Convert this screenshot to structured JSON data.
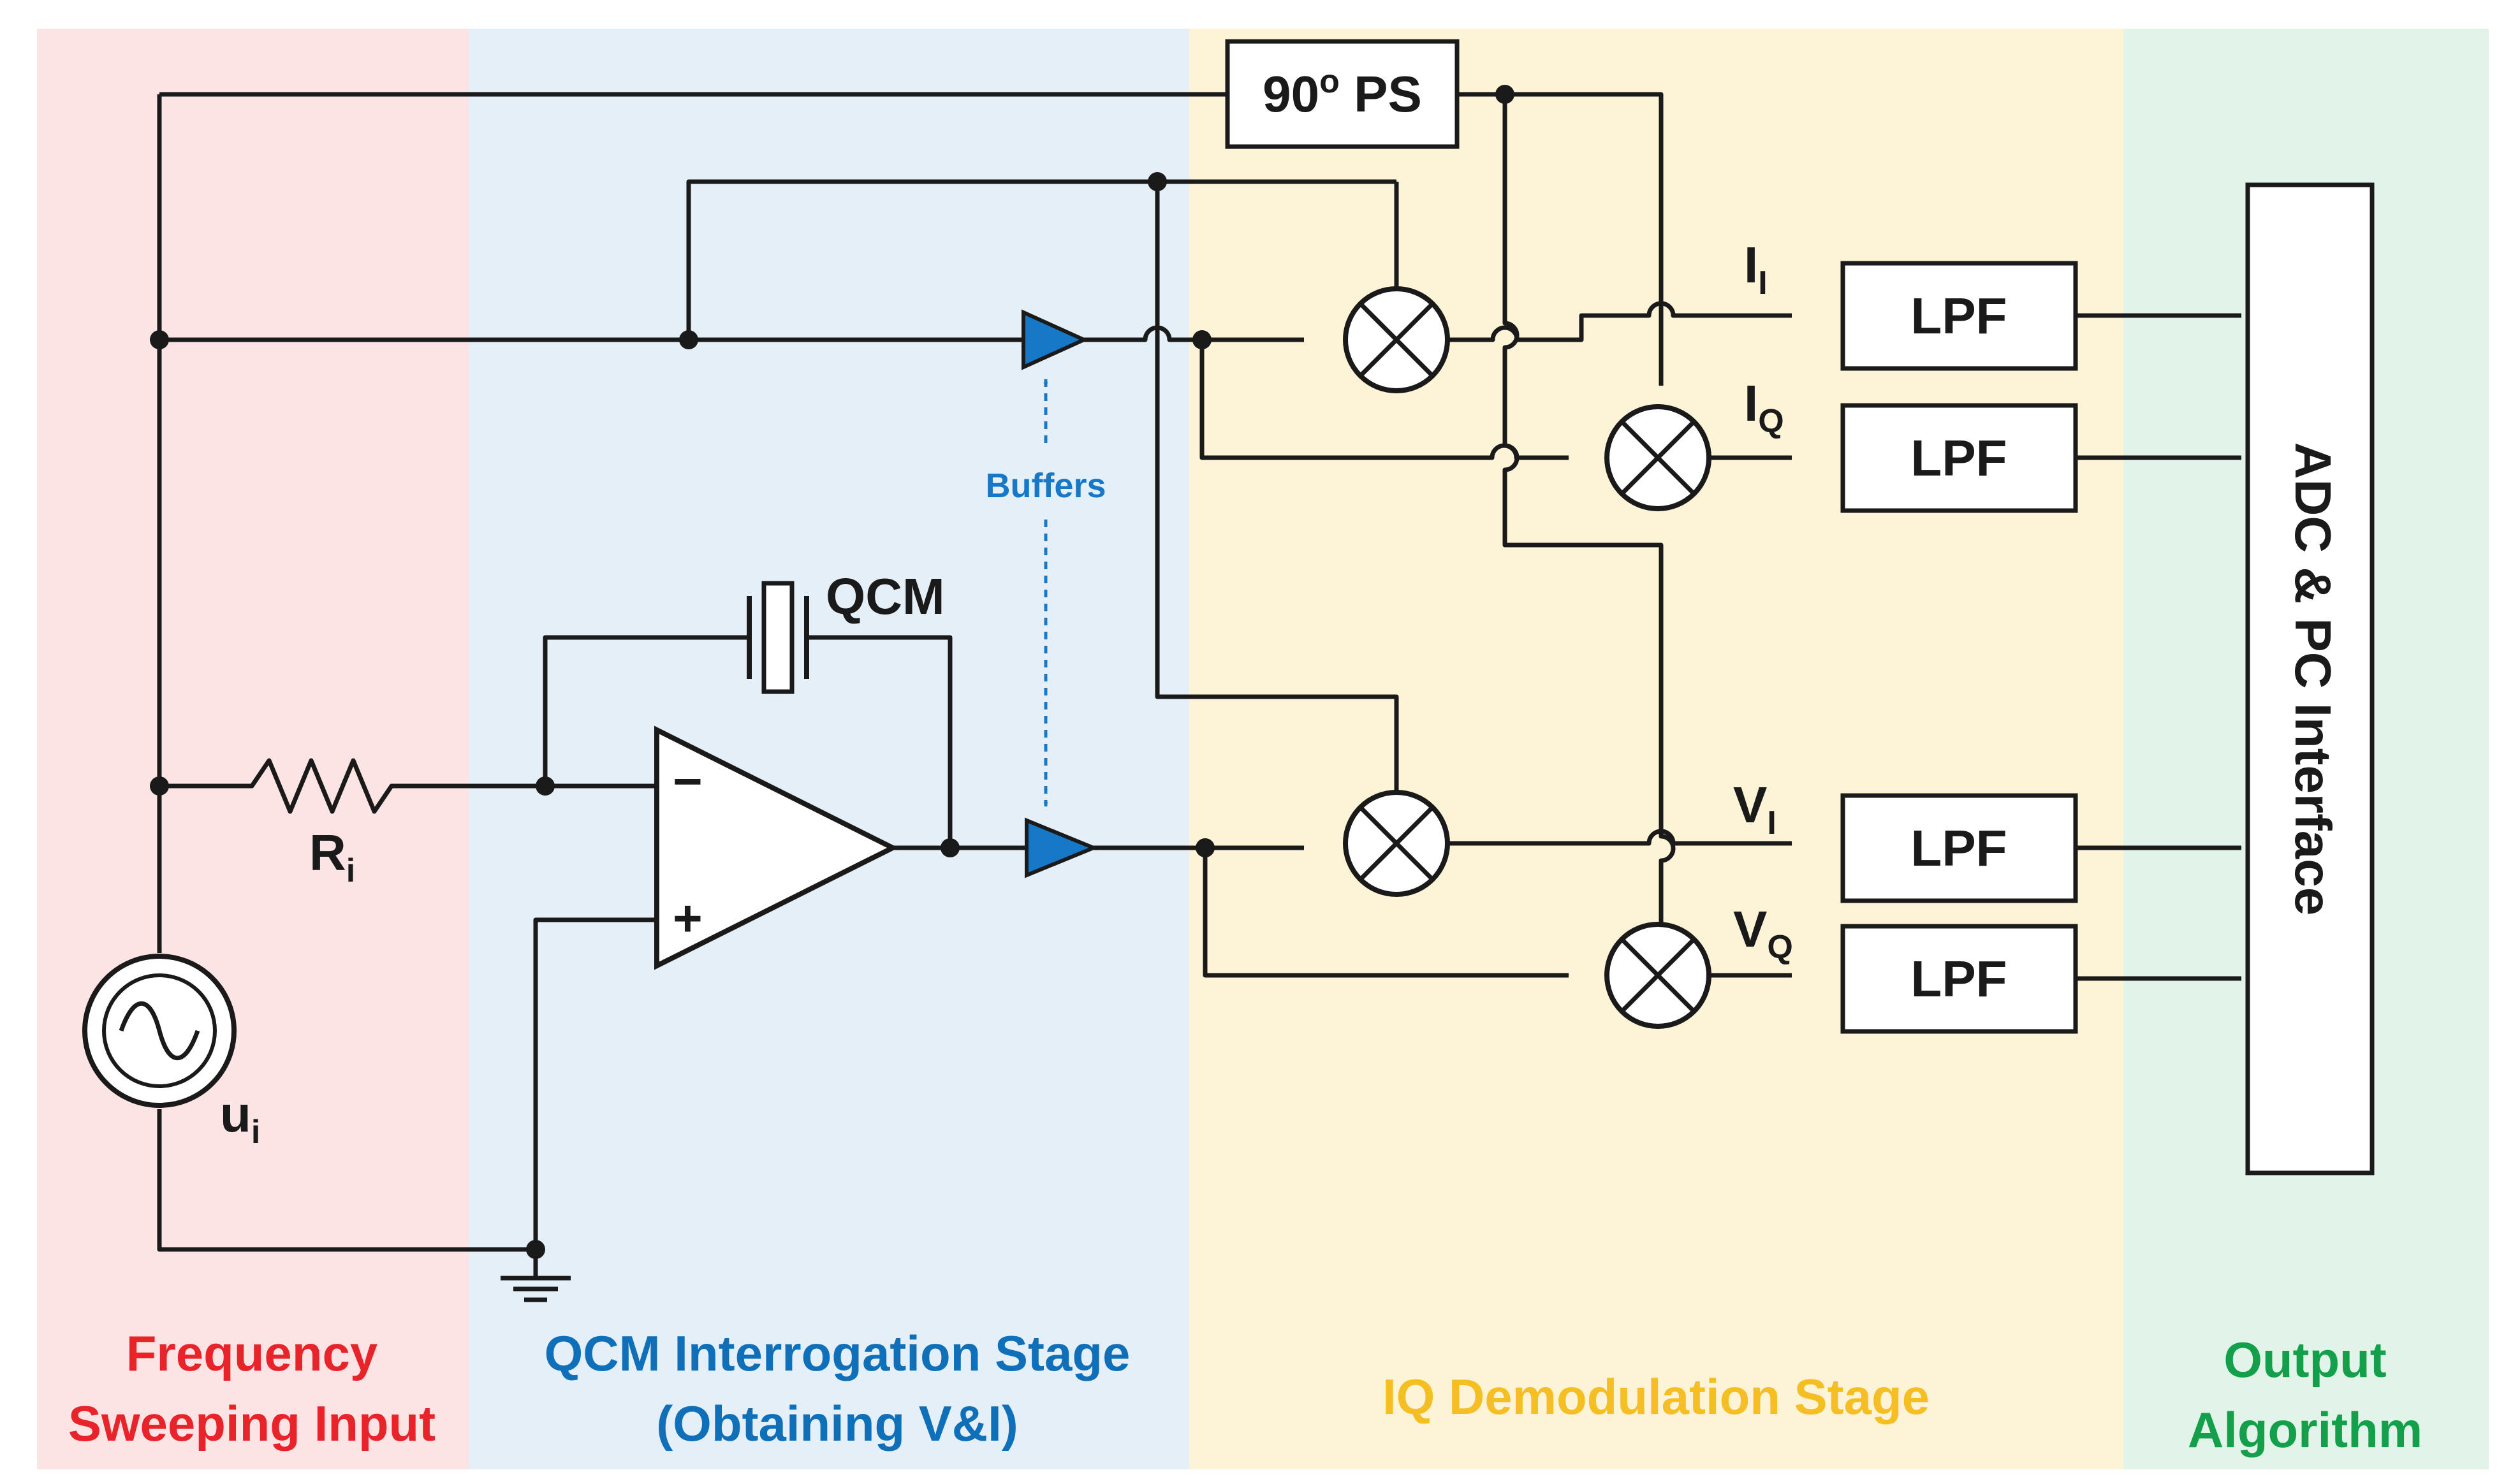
{
  "stages": [
    {
      "id": "freq",
      "line1": "Frequency",
      "line2": "Sweeping Input",
      "color": "#e8242a",
      "bg": "#fde4e4"
    },
    {
      "id": "qcm",
      "line1": "QCM Interrogation Stage",
      "line2": "(Obtaining V&I)",
      "color": "#0f6fb8",
      "bg": "#e4eff7"
    },
    {
      "id": "iq",
      "line1": "IQ Demodulation Stage",
      "line2": "",
      "color": "#f5be22",
      "bg": "#fdf3d6"
    },
    {
      "id": "out",
      "line1": "Output",
      "line2": "Algorithm",
      "color": "#14a04a",
      "bg": "#e2f4ea"
    }
  ],
  "components": {
    "phase_shifter": {
      "prefix": "90",
      "sup": "o",
      "suffix": " PS"
    },
    "qcm": "QCM",
    "resistor": {
      "main": "R",
      "sub": "i"
    },
    "source": {
      "main": "u",
      "sub": "i"
    },
    "opamp_minus": "−",
    "opamp_plus": "+",
    "buffers": "Buffers",
    "lpf_label": "LPF",
    "adc": "ADC & PC Interface"
  },
  "outputs": [
    {
      "main": "I",
      "sub": "I"
    },
    {
      "main": "I",
      "sub": "Q"
    },
    {
      "main": "V",
      "sub": "I"
    },
    {
      "main": "V",
      "sub": "Q"
    }
  ],
  "colors": {
    "wire": "#1a1a1a",
    "buffer_fill": "#1878c8",
    "buffer_arrow": "#1878c8"
  }
}
